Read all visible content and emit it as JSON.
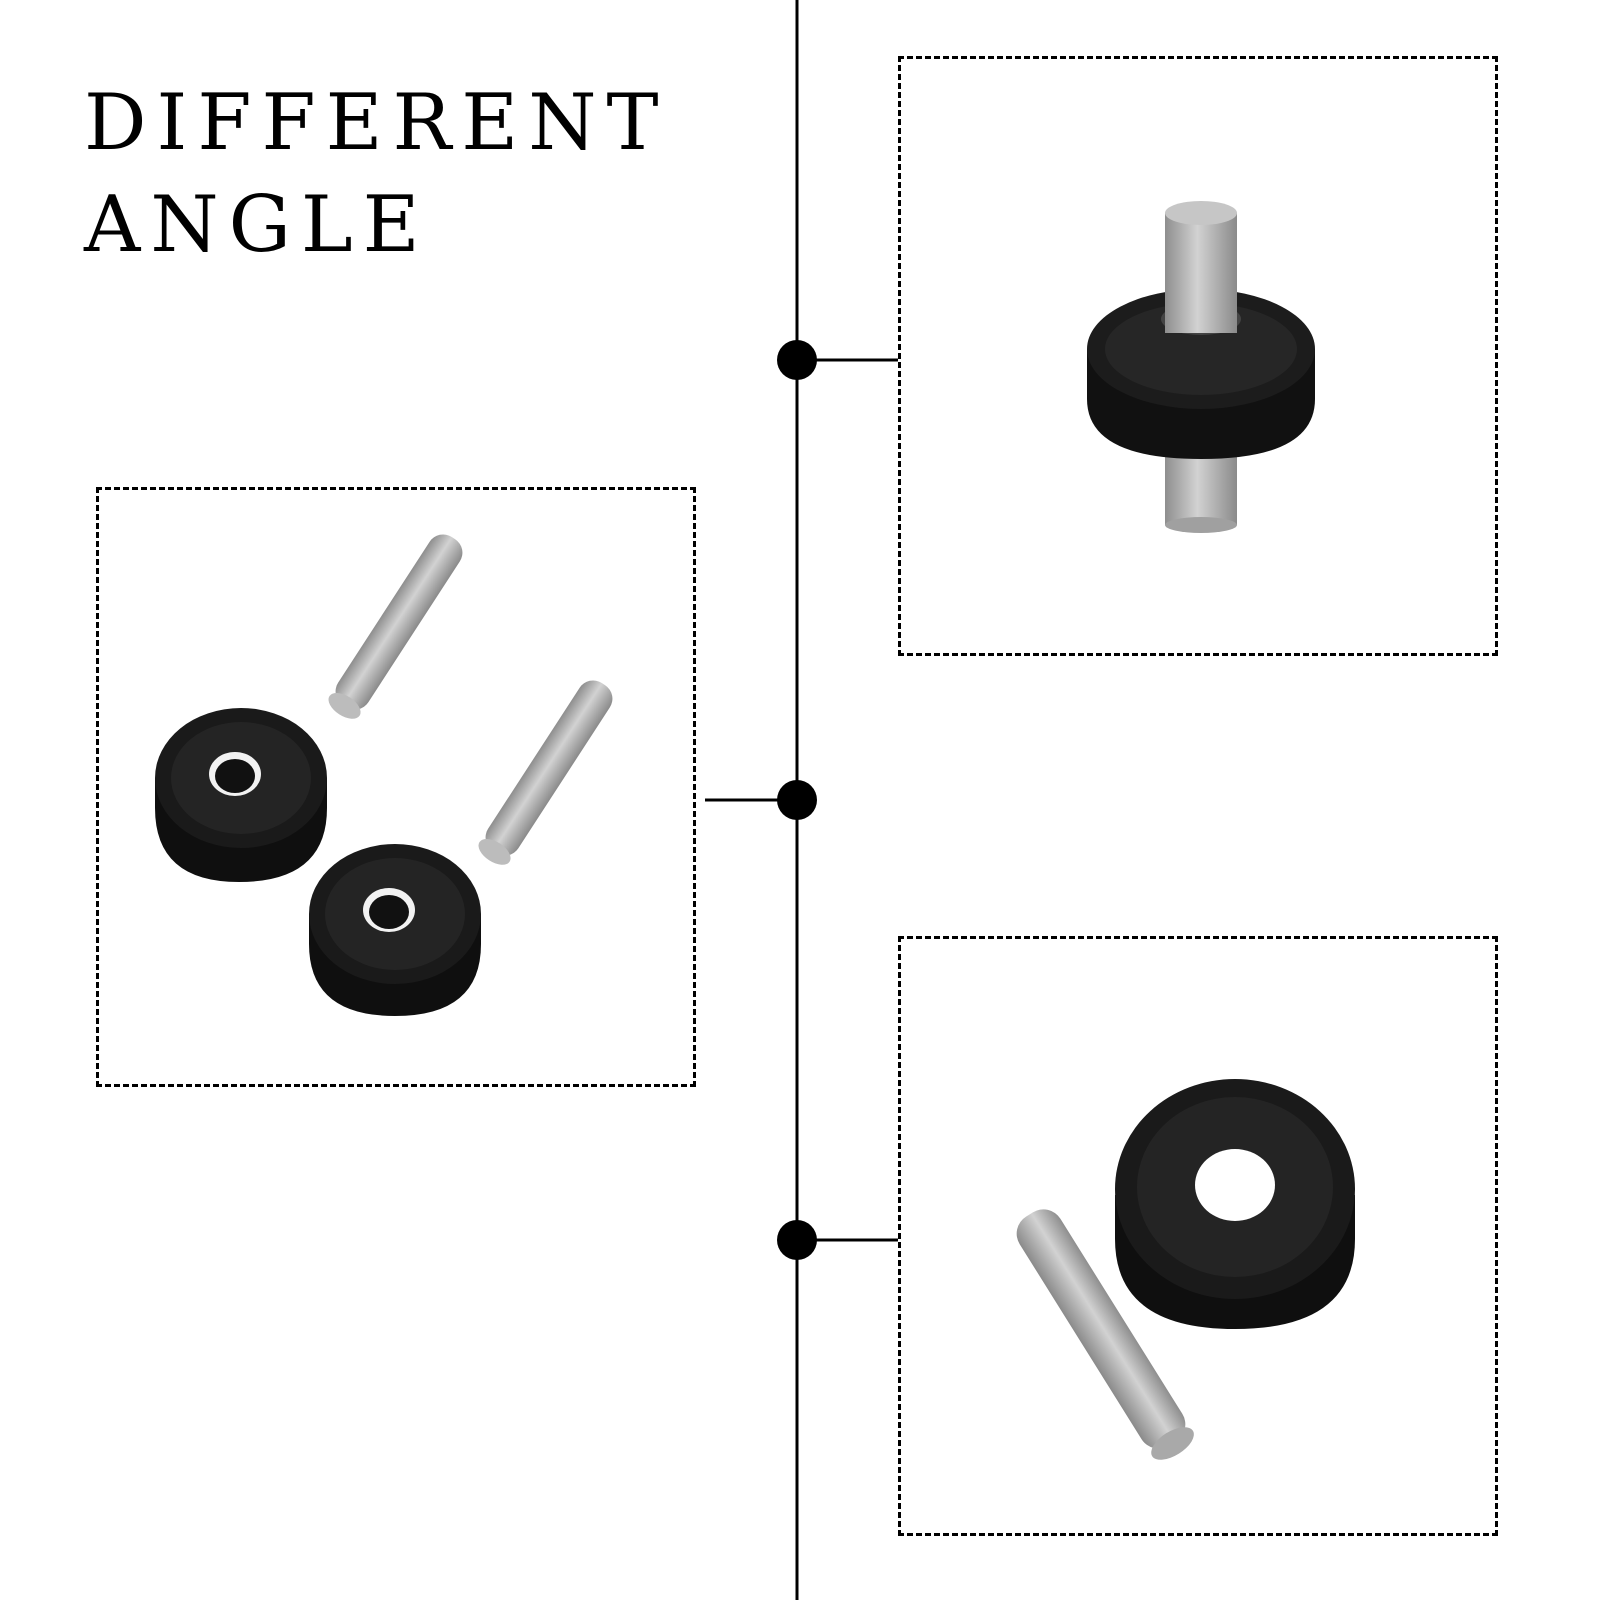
{
  "heading": {
    "line1": "DIFFERENT",
    "line2": "ANGLE"
  },
  "colors": {
    "background": "#ffffff",
    "line": "#000000",
    "bushing": "#111111",
    "pin": "#b4b4b4"
  },
  "views": [
    {
      "name": "pin-through-bushing-view",
      "description_icon": "assembled-pin-bushing-icon"
    },
    {
      "name": "two-pins-two-bushings-view",
      "description_icon": "parts-set-icon"
    },
    {
      "name": "pin-beside-bushing-view",
      "description_icon": "pin-and-bushing-icon"
    }
  ]
}
